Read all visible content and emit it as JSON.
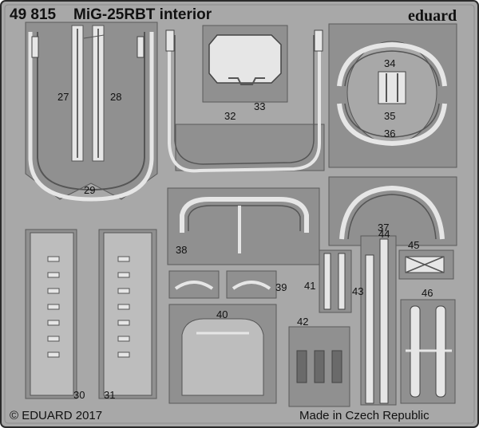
{
  "sheet": {
    "code": "49 815",
    "title": "MiG-25RBT interior",
    "brand": "eduard",
    "copyright": "© EDUARD 2017",
    "origin": "Made in Czech Republic"
  },
  "part_numbers": [
    "27",
    "28",
    "29",
    "30",
    "31",
    "32",
    "33",
    "34",
    "35",
    "36",
    "37",
    "38",
    "39",
    "40",
    "41",
    "42",
    "43",
    "44",
    "45",
    "46"
  ],
  "colors": {
    "fret": "#a8a8a8",
    "frame_edge": "#2a2a2a",
    "part": "#909090",
    "part_dark": "#6a6a6a",
    "highlight": "#e6e6e6",
    "background": "#ffffff"
  }
}
